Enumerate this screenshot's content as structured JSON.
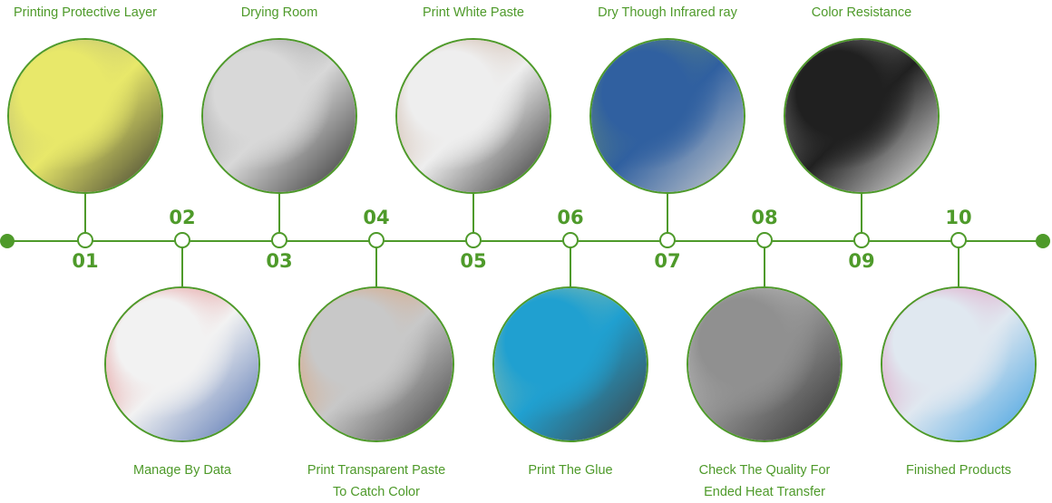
{
  "accent": "#4e9a2a",
  "steps": [
    {
      "number": "01",
      "label": [
        "Printing Protective Layer"
      ],
      "position": "top",
      "photo": "squeegee-pouring-yellow-ink",
      "tones": [
        "#e8e86a",
        "#9a9a80",
        "#3a3a30"
      ]
    },
    {
      "number": "02",
      "label": [
        "Manage By Data"
      ],
      "position": "bottom",
      "photo": "avengers-transfer-with-data-label",
      "tones": [
        "#f2f2f2",
        "#d83030",
        "#5070b0"
      ]
    },
    {
      "number": "03",
      "label": [
        "Drying Room"
      ],
      "position": "top",
      "photo": "drying-room-racks-hygrometer",
      "tones": [
        "#d8d8d8",
        "#707070",
        "#303030"
      ]
    },
    {
      "number": "04",
      "label": [
        "Print Transparent Paste",
        "To Catch Color"
      ],
      "position": "bottom",
      "photo": "orange-glowing-press",
      "tones": [
        "#c8c8c8",
        "#f08030",
        "#404040"
      ]
    },
    {
      "number": "05",
      "label": [
        "Print White Paste"
      ],
      "position": "top",
      "photo": "white-paste-pouring",
      "tones": [
        "#eeeeee",
        "#b08060",
        "#303030"
      ]
    },
    {
      "number": "06",
      "label": [
        "Print The Glue"
      ],
      "position": "bottom",
      "photo": "glue-printing-machine",
      "tones": [
        "#20a0d0",
        "#e8d890",
        "#404040"
      ]
    },
    {
      "number": "07",
      "label": [
        "Dry Though Infrared ray"
      ],
      "position": "top",
      "photo": "infrared-drying-cabinet",
      "tones": [
        "#3060a0",
        "#90b060",
        "#d0d0d0"
      ]
    },
    {
      "number": "08",
      "label": [
        "Check The Quality For",
        "Ended Heat Transfer"
      ],
      "position": "bottom",
      "photo": "thickness-gauge-check",
      "tones": [
        "#909090",
        "#e0e0e0",
        "#303030"
      ]
    },
    {
      "number": "09",
      "label": [
        "Color Resistance"
      ],
      "position": "top",
      "photo": "washing-machine-test",
      "tones": [
        "#202020",
        "#c0c0c0",
        "#f0f0f0"
      ]
    },
    {
      "number": "10",
      "label": [
        "Finished Products"
      ],
      "position": "bottom",
      "photo": "rolled-transfer-products",
      "tones": [
        "#e0e8f0",
        "#e05090",
        "#40a0e0"
      ]
    }
  ]
}
